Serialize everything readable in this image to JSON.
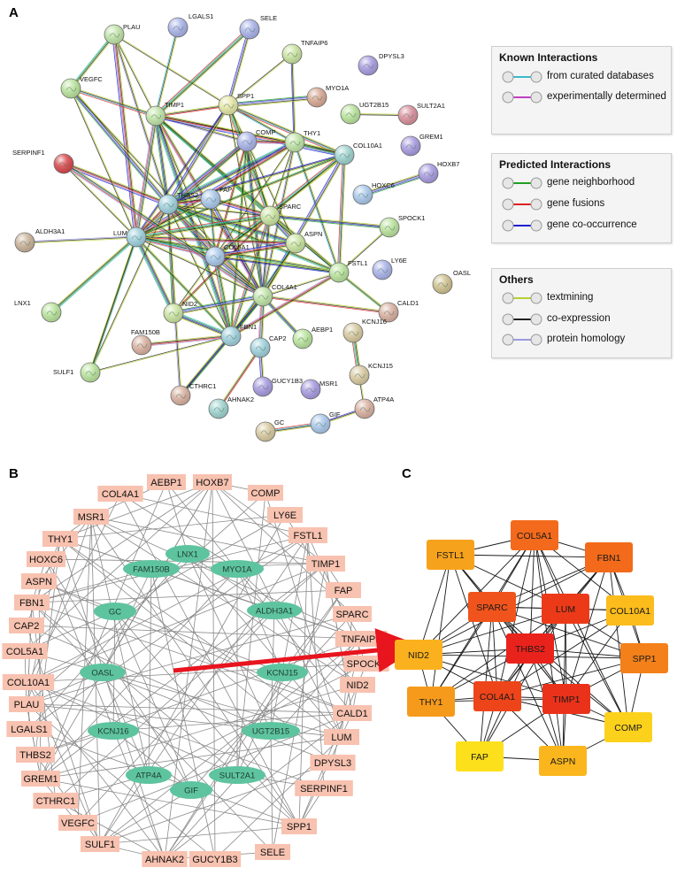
{
  "panel_a": {
    "letter": "A",
    "nodes": [
      {
        "id": "PLAU",
        "c": "#bfe3a6"
      },
      {
        "id": "LGALS1",
        "c": "#a9b3e8"
      },
      {
        "id": "SELE",
        "c": "#a9b3e8"
      },
      {
        "id": "TNFAIP6",
        "c": "#c9e3a0"
      },
      {
        "id": "DPYSL3",
        "c": "#a89be0"
      },
      {
        "id": "MYO1A",
        "c": "#d8a893"
      },
      {
        "id": "SULT2A1",
        "c": "#d9909c"
      },
      {
        "id": "VEGFC",
        "c": "#b9e39c"
      },
      {
        "id": "TIMP1",
        "c": "#bfe3a6"
      },
      {
        "id": "SPP1",
        "c": "#e3e6a3"
      },
      {
        "id": "UGT2B15",
        "c": "#b9e39c"
      },
      {
        "id": "GREM1",
        "c": "#a89be0"
      },
      {
        "id": "COMP",
        "c": "#a9b3e8"
      },
      {
        "id": "THY1",
        "c": "#bfe3a6"
      },
      {
        "id": "COL10A1",
        "c": "#9fd3cf"
      },
      {
        "id": "HOXB7",
        "c": "#a89be0"
      },
      {
        "id": "SERPINF1",
        "c": "#d8484c"
      },
      {
        "id": "HOXC6",
        "c": "#a9c8ea"
      },
      {
        "id": "THBS2",
        "c": "#9fd0dc"
      },
      {
        "id": "FAP",
        "c": "#a9c8ea"
      },
      {
        "id": "SPARC",
        "c": "#c9e3a0"
      },
      {
        "id": "SPOCK1",
        "c": "#b9e39c"
      },
      {
        "id": "ALDH3A1",
        "c": "#c9b298"
      },
      {
        "id": "LUM",
        "c": "#9fd0dc"
      },
      {
        "id": "ASPN",
        "c": "#c9e3a0"
      },
      {
        "id": "COL5A1",
        "c": "#a9c8ea"
      },
      {
        "id": "FSTL1",
        "c": "#b9e39c"
      },
      {
        "id": "LY6E",
        "c": "#a9b3e8"
      },
      {
        "id": "OASL",
        "c": "#cfc28f"
      },
      {
        "id": "COL4A1",
        "c": "#bfe3a6"
      },
      {
        "id": "LNX1",
        "c": "#b9e39c"
      },
      {
        "id": "NID2",
        "c": "#c9e3a0"
      },
      {
        "id": "CALD1",
        "c": "#d8b0a0"
      },
      {
        "id": "FAM150B",
        "c": "#d8b0a0"
      },
      {
        "id": "FBN1",
        "c": "#9fd0dc"
      },
      {
        "id": "CAP2",
        "c": "#9fd0dc"
      },
      {
        "id": "AEBP1",
        "c": "#b9e39c"
      },
      {
        "id": "KCNJ16",
        "c": "#d8c9a0"
      },
      {
        "id": "SULF1",
        "c": "#b9e39c"
      },
      {
        "id": "GUCY1B3",
        "c": "#a89be0"
      },
      {
        "id": "MSR1",
        "c": "#a89be0"
      },
      {
        "id": "KCNJ15",
        "c": "#d8c9a0"
      },
      {
        "id": "CTHRC1",
        "c": "#d8b0a0"
      },
      {
        "id": "AHNAK2",
        "c": "#9fd3cf"
      },
      {
        "id": "GC",
        "c": "#d8c9a0"
      },
      {
        "id": "GIF",
        "c": "#a9c8ea"
      },
      {
        "id": "ATP4A",
        "c": "#d8b0a0"
      }
    ],
    "edges": [
      [
        "PLAU",
        "TIMP1"
      ],
      [
        "PLAU",
        "THBS2"
      ],
      [
        "PLAU",
        "VEGFC"
      ],
      [
        "PLAU",
        "LUM"
      ],
      [
        "PLAU",
        "SPP1"
      ],
      [
        "LGALS1",
        "TIMP1"
      ],
      [
        "SELE",
        "SPP1"
      ],
      [
        "SELE",
        "TIMP1"
      ],
      [
        "TNFAIP6",
        "SPP1"
      ],
      [
        "TNFAIP6",
        "THY1"
      ],
      [
        "VEGFC",
        "TIMP1"
      ],
      [
        "VEGFC",
        "THBS2"
      ],
      [
        "VEGFC",
        "COL4A1"
      ],
      [
        "TIMP1",
        "SPP1"
      ],
      [
        "TIMP1",
        "THBS2"
      ],
      [
        "TIMP1",
        "LUM"
      ],
      [
        "TIMP1",
        "COL5A1"
      ],
      [
        "TIMP1",
        "SPARC"
      ],
      [
        "TIMP1",
        "COL4A1"
      ],
      [
        "TIMP1",
        "FBN1"
      ],
      [
        "TIMP1",
        "THY1"
      ],
      [
        "TIMP1",
        "COMP"
      ],
      [
        "TIMP1",
        "FSTL1"
      ],
      [
        "TIMP1",
        "COL10A1"
      ],
      [
        "SPP1",
        "COMP"
      ],
      [
        "SPP1",
        "THY1"
      ],
      [
        "SPP1",
        "THBS2"
      ],
      [
        "SPP1",
        "SPARC"
      ],
      [
        "SPP1",
        "COL4A1"
      ],
      [
        "SPP1",
        "LUM"
      ],
      [
        "SPP1",
        "COL10A1"
      ],
      [
        "COMP",
        "THBS2"
      ],
      [
        "COMP",
        "SPARC"
      ],
      [
        "COMP",
        "COL5A1"
      ],
      [
        "COMP",
        "COL4A1"
      ],
      [
        "COMP",
        "LUM"
      ],
      [
        "COMP",
        "ASPN"
      ],
      [
        "COMP",
        "FBN1"
      ],
      [
        "COMP",
        "THY1"
      ],
      [
        "THY1",
        "THBS2"
      ],
      [
        "THY1",
        "SPARC"
      ],
      [
        "THY1",
        "COL4A1"
      ],
      [
        "THY1",
        "COL10A1"
      ],
      [
        "THY1",
        "LUM"
      ],
      [
        "THY1",
        "COL5A1"
      ],
      [
        "THY1",
        "FSTL1"
      ],
      [
        "COL10A1",
        "COL4A1"
      ],
      [
        "COL10A1",
        "COL5A1"
      ],
      [
        "COL10A1",
        "SPARC"
      ],
      [
        "COL10A1",
        "THBS2"
      ],
      [
        "COL10A1",
        "FSTL1"
      ],
      [
        "HOXC6",
        "HOXB7"
      ],
      [
        "THBS2",
        "SPARC"
      ],
      [
        "THBS2",
        "LUM"
      ],
      [
        "THBS2",
        "COL5A1"
      ],
      [
        "THBS2",
        "COL4A1"
      ],
      [
        "THBS2",
        "FBN1"
      ],
      [
        "THBS2",
        "NID2"
      ],
      [
        "THBS2",
        "FAP"
      ],
      [
        "THBS2",
        "ASPN"
      ],
      [
        "THBS2",
        "SULF1"
      ],
      [
        "THBS2",
        "CTHRC1"
      ],
      [
        "THBS2",
        "FSTL1"
      ],
      [
        "FAP",
        "SPARC"
      ],
      [
        "FAP",
        "LUM"
      ],
      [
        "FAP",
        "COL5A1"
      ],
      [
        "FAP",
        "COL4A1"
      ],
      [
        "SPARC",
        "LUM"
      ],
      [
        "SPARC",
        "COL5A1"
      ],
      [
        "SPARC",
        "COL4A1"
      ],
      [
        "SPARC",
        "FBN1"
      ],
      [
        "SPARC",
        "ASPN"
      ],
      [
        "SPARC",
        "FSTL1"
      ],
      [
        "SPARC",
        "NID2"
      ],
      [
        "SPARC",
        "SPOCK1"
      ],
      [
        "LUM",
        "COL5A1"
      ],
      [
        "LUM",
        "COL4A1"
      ],
      [
        "LUM",
        "FBN1"
      ],
      [
        "LUM",
        "ASPN"
      ],
      [
        "LUM",
        "NID2"
      ],
      [
        "LUM",
        "SULF1"
      ],
      [
        "LUM",
        "ALDH3A1"
      ],
      [
        "LUM",
        "FSTL1"
      ],
      [
        "ASPN",
        "COL5A1"
      ],
      [
        "ASPN",
        "COL4A1"
      ],
      [
        "ASPN",
        "FBN1"
      ],
      [
        "COL5A1",
        "COL4A1"
      ],
      [
        "COL5A1",
        "FBN1"
      ],
      [
        "COL5A1",
        "NID2"
      ],
      [
        "COL5A1",
        "FSTL1"
      ],
      [
        "COL4A1",
        "FBN1"
      ],
      [
        "COL4A1",
        "NID2"
      ],
      [
        "COL4A1",
        "FSTL1"
      ],
      [
        "COL4A1",
        "CALD1"
      ],
      [
        "COL4A1",
        "AEBP1"
      ],
      [
        "COL4A1",
        "CAP2"
      ],
      [
        "FSTL1",
        "SPOCK1"
      ],
      [
        "FSTL1",
        "CALD1"
      ],
      [
        "FSTL1",
        "FBN1"
      ],
      [
        "FBN1",
        "NID2"
      ],
      [
        "FBN1",
        "SULF1"
      ],
      [
        "FBN1",
        "CTHRC1"
      ],
      [
        "LNX1",
        "LUM"
      ],
      [
        "SERPINF1",
        "THBS2"
      ],
      [
        "SERPINF1",
        "LUM"
      ],
      [
        "SULF1",
        "LUM"
      ],
      [
        "CAP2",
        "GUCY1B3"
      ],
      [
        "KCNJ16",
        "KCNJ15"
      ],
      [
        "KCNJ15",
        "ATP4A"
      ],
      [
        "ATP4A",
        "GIF"
      ],
      [
        "GIF",
        "GC"
      ],
      [
        "MYO1A",
        "SPP1"
      ],
      [
        "UGT2B15",
        "SULT2A1"
      ],
      [
        "AHNAK2",
        "CAP2"
      ],
      [
        "CTHRC1",
        "COL4A1"
      ],
      [
        "SERPINF1",
        "COL4A1"
      ],
      [
        "VEGFC",
        "LUM"
      ],
      [
        "COL10A1",
        "LUM"
      ],
      [
        "FAM150B",
        "FBN1"
      ]
    ]
  },
  "legend": {
    "known": {
      "title": "Known Interactions",
      "items": [
        {
          "label": "from curated databases",
          "color": "#3cb8c8"
        },
        {
          "label": "experimentally determined",
          "color": "#c040c0"
        }
      ]
    },
    "predicted": {
      "title": "Predicted Interactions",
      "items": [
        {
          "label": "gene neighborhood",
          "color": "#20a020"
        },
        {
          "label": "gene fusions",
          "color": "#e02020"
        },
        {
          "label": "gene co-occurrence",
          "color": "#2020d0"
        }
      ]
    },
    "others": {
      "title": "Others",
      "items": [
        {
          "label": "textmining",
          "color": "#b8d030"
        },
        {
          "label": "co-expression",
          "color": "#222222"
        },
        {
          "label": "protein homology",
          "color": "#9a9ae0"
        }
      ]
    }
  },
  "panel_b": {
    "letter": "B",
    "outer": [
      "AEBP1",
      "HOXB7",
      "COMP",
      "LY6E",
      "FSTL1",
      "TIMP1",
      "FAP",
      "SPARC",
      "TNFAIP6",
      "SPOCK1",
      "NID2",
      "CALD1",
      "LUM",
      "DPYSL3",
      "SERPINF1",
      "SPP1",
      "SELE",
      "GUCY1B3",
      "AHNAK2",
      "SULF1",
      "VEGFC",
      "CTHRC1",
      "GREM1",
      "THBS2",
      "LGALS1",
      "PLAU",
      "COL10A1",
      "COL5A1",
      "CAP2",
      "FBN1",
      "ASPN",
      "HOXC6",
      "THY1",
      "MSR1",
      "COL4A1"
    ],
    "inner": [
      "LNX1",
      "FAM150B",
      "MYO1A",
      "GC",
      "ALDH3A1",
      "OASL",
      "KCNJ15",
      "KCNJ16",
      "UGT2B15",
      "ATP4A",
      "SULT2A1",
      "GIF"
    ],
    "outer_color": "#f8c2b0",
    "inner_color": "#5ec4a0",
    "arrow_color": "#e8141e"
  },
  "panel_c": {
    "letter": "C",
    "nodes": [
      {
        "id": "FSTL1",
        "c": "#f7a21c"
      },
      {
        "id": "COL5A1",
        "c": "#f36a1c"
      },
      {
        "id": "FBN1",
        "c": "#f26a1a"
      },
      {
        "id": "SPARC",
        "c": "#f0541c"
      },
      {
        "id": "LUM",
        "c": "#ec3a18"
      },
      {
        "id": "COL10A1",
        "c": "#fbbc1c"
      },
      {
        "id": "NID2",
        "c": "#fbb11e"
      },
      {
        "id": "THBS2",
        "c": "#e9231c"
      },
      {
        "id": "SPP1",
        "c": "#f4801a"
      },
      {
        "id": "THY1",
        "c": "#f69a1c"
      },
      {
        "id": "COL4A1",
        "c": "#ed441a"
      },
      {
        "id": "TIMP1",
        "c": "#ea321b"
      },
      {
        "id": "COMP",
        "c": "#fcd11c"
      },
      {
        "id": "FAP",
        "c": "#fde01c"
      },
      {
        "id": "ASPN",
        "c": "#fbb61d"
      }
    ],
    "edges": [
      [
        "FSTL1",
        "COL5A1"
      ],
      [
        "FSTL1",
        "SPARC"
      ],
      [
        "FSTL1",
        "LUM"
      ],
      [
        "FSTL1",
        "THBS2"
      ],
      [
        "FSTL1",
        "COL4A1"
      ],
      [
        "FSTL1",
        "TIMP1"
      ],
      [
        "FSTL1",
        "NID2"
      ],
      [
        "FSTL1",
        "FBN1"
      ],
      [
        "FSTL1",
        "THY1"
      ],
      [
        "COL5A1",
        "FBN1"
      ],
      [
        "COL5A1",
        "SPARC"
      ],
      [
        "COL5A1",
        "LUM"
      ],
      [
        "COL5A1",
        "THBS2"
      ],
      [
        "COL5A1",
        "COL4A1"
      ],
      [
        "COL5A1",
        "TIMP1"
      ],
      [
        "COL5A1",
        "NID2"
      ],
      [
        "COL5A1",
        "COL10A1"
      ],
      [
        "COL5A1",
        "COMP"
      ],
      [
        "COL5A1",
        "ASPN"
      ],
      [
        "COL5A1",
        "THY1"
      ],
      [
        "FBN1",
        "SPARC"
      ],
      [
        "FBN1",
        "LUM"
      ],
      [
        "FBN1",
        "THBS2"
      ],
      [
        "FBN1",
        "COL4A1"
      ],
      [
        "FBN1",
        "TIMP1"
      ],
      [
        "FBN1",
        "COL10A1"
      ],
      [
        "FBN1",
        "SPP1"
      ],
      [
        "FBN1",
        "NID2"
      ],
      [
        "FBN1",
        "COMP"
      ],
      [
        "SPARC",
        "LUM"
      ],
      [
        "SPARC",
        "THBS2"
      ],
      [
        "SPARC",
        "COL4A1"
      ],
      [
        "SPARC",
        "TIMP1"
      ],
      [
        "SPARC",
        "NID2"
      ],
      [
        "SPARC",
        "THY1"
      ],
      [
        "SPARC",
        "COMP"
      ],
      [
        "SPARC",
        "FAP"
      ],
      [
        "SPARC",
        "ASPN"
      ],
      [
        "SPARC",
        "SPP1"
      ],
      [
        "SPARC",
        "COL10A1"
      ],
      [
        "LUM",
        "THBS2"
      ],
      [
        "LUM",
        "COL4A1"
      ],
      [
        "LUM",
        "TIMP1"
      ],
      [
        "LUM",
        "COL10A1"
      ],
      [
        "LUM",
        "SPP1"
      ],
      [
        "LUM",
        "ASPN"
      ],
      [
        "LUM",
        "COMP"
      ],
      [
        "LUM",
        "FAP"
      ],
      [
        "LUM",
        "NID2"
      ],
      [
        "LUM",
        "THY1"
      ],
      [
        "COL10A1",
        "THBS2"
      ],
      [
        "COL10A1",
        "SPP1"
      ],
      [
        "COL10A1",
        "TIMP1"
      ],
      [
        "COL10A1",
        "COL4A1"
      ],
      [
        "NID2",
        "THBS2"
      ],
      [
        "NID2",
        "COL4A1"
      ],
      [
        "NID2",
        "THY1"
      ],
      [
        "NID2",
        "SPP1"
      ],
      [
        "NID2",
        "TIMP1"
      ],
      [
        "THBS2",
        "COL4A1"
      ],
      [
        "THBS2",
        "TIMP1"
      ],
      [
        "THBS2",
        "SPP1"
      ],
      [
        "THBS2",
        "THY1"
      ],
      [
        "THBS2",
        "COMP"
      ],
      [
        "THBS2",
        "FAP"
      ],
      [
        "THBS2",
        "ASPN"
      ],
      [
        "SPP1",
        "TIMP1"
      ],
      [
        "SPP1",
        "COMP"
      ],
      [
        "SPP1",
        "COL4A1"
      ],
      [
        "THY1",
        "COL4A1"
      ],
      [
        "THY1",
        "TIMP1"
      ],
      [
        "THY1",
        "FAP"
      ],
      [
        "COL4A1",
        "TIMP1"
      ],
      [
        "COL4A1",
        "FAP"
      ],
      [
        "COL4A1",
        "ASPN"
      ],
      [
        "COL4A1",
        "COMP"
      ],
      [
        "TIMP1",
        "COMP"
      ],
      [
        "TIMP1",
        "ASPN"
      ],
      [
        "TIMP1",
        "FAP"
      ],
      [
        "COMP",
        "ASPN"
      ],
      [
        "FAP",
        "ASPN"
      ]
    ]
  }
}
